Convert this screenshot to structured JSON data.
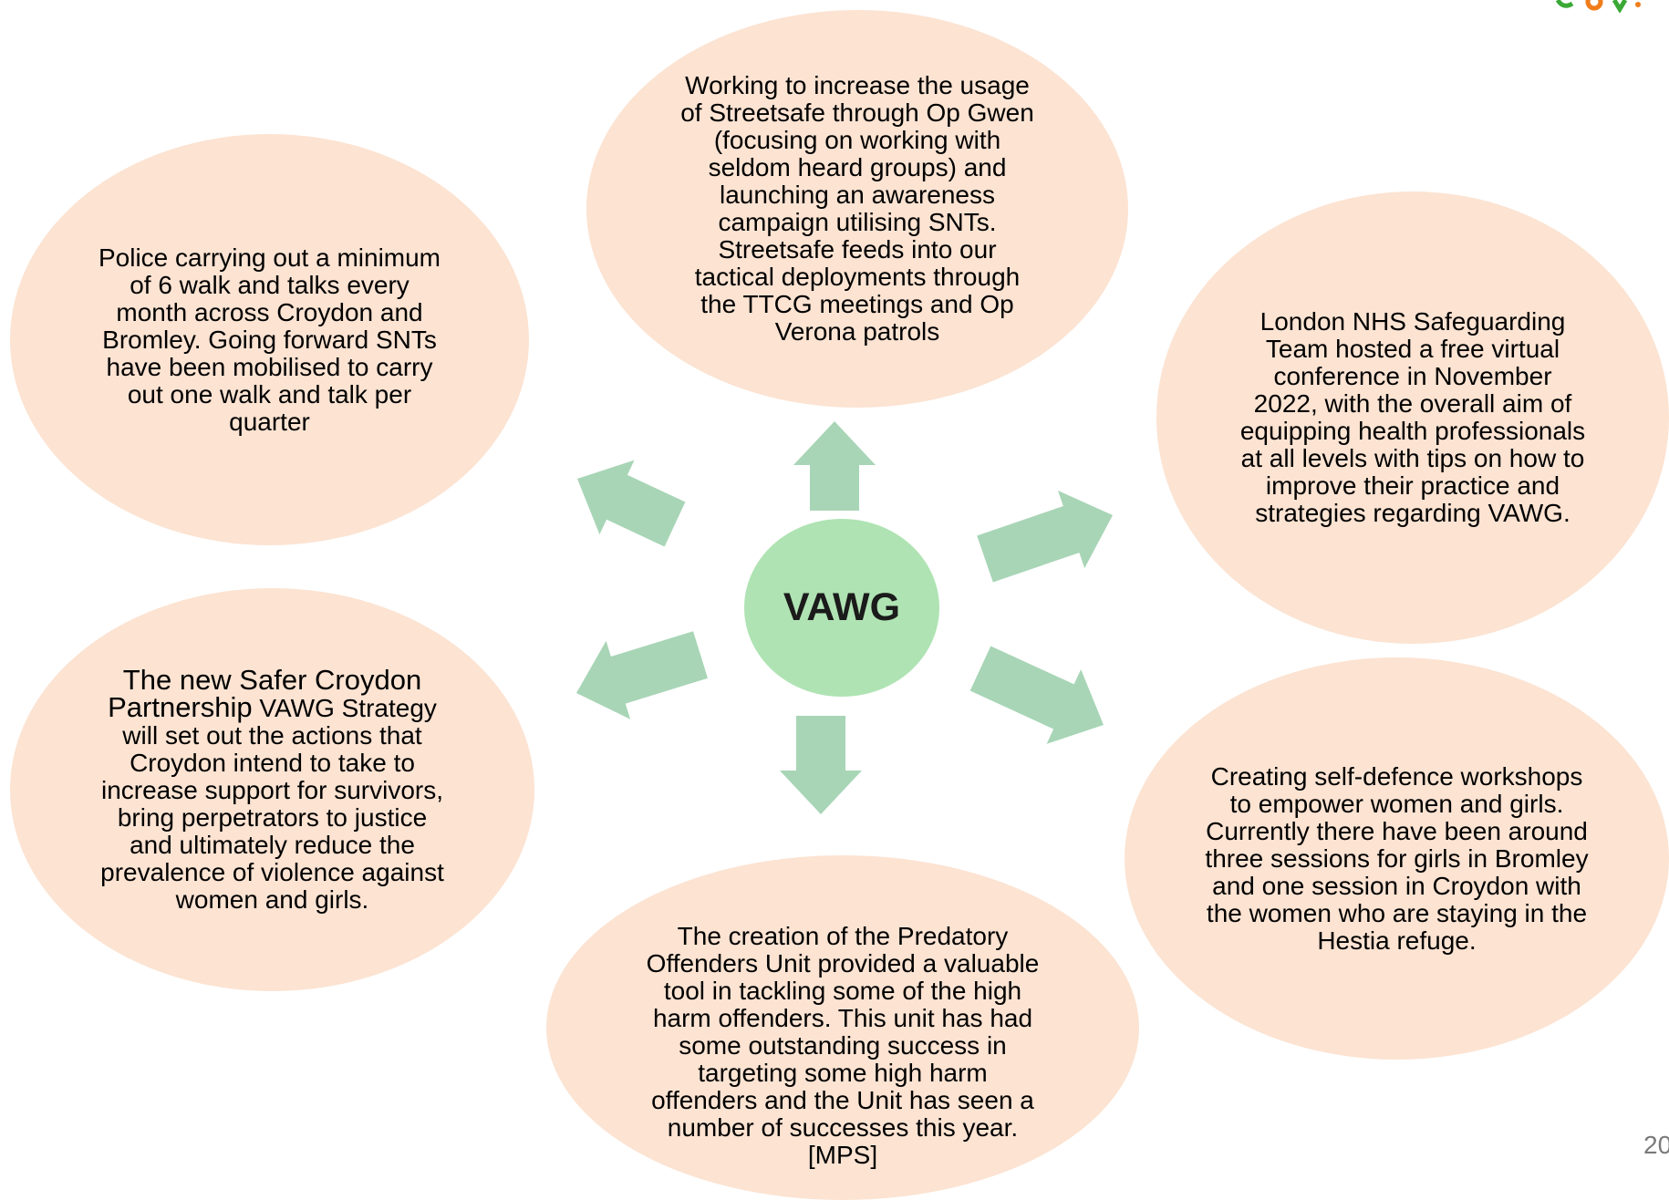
{
  "center_label": "VAWG",
  "page_number": "20",
  "colors": {
    "bubble_fill": "#fce3d2",
    "center_fill": "#afe3b3",
    "arrow_fill": "#a8d5b6",
    "logo_green": "#3aa935",
    "logo_orange": "#f07d1a"
  },
  "bubbles": {
    "top": [
      "Working to increase the usage",
      "of Streetsafe through Op Gwen",
      "(focusing on working with",
      "seldom heard groups) and",
      "launching an awareness",
      "campaign utilising SNTs.",
      "Streetsafe feeds into our",
      "tactical deployments through",
      "the TTCG meetings and Op",
      "Verona patrols"
    ],
    "upper_left": [
      "Police carrying out a minimum",
      "of 6 walk and talks every",
      "month across Croydon and",
      "Bromley. Going forward SNTs",
      "have been mobilised to carry",
      "out one walk and talk per",
      "quarter"
    ],
    "upper_right": [
      "London NHS Safeguarding",
      "Team hosted a free virtual",
      "conference in November",
      "2022, with the overall aim of",
      "equipping health professionals",
      "at all levels with tips on how to",
      "improve their practice and",
      "strategies regarding VAWG."
    ],
    "lower_left": {
      "lead_line_1": "The new Safer Croydon",
      "lead_line_2": "Partnership",
      "lead_line_2_rest": " VAWG Strategy",
      "lines": [
        "will set out the actions that",
        "Croydon intend to take to",
        "increase support for survivors,",
        "bring perpetrators to justice",
        "and ultimately reduce the",
        "prevalence of violence against",
        "women and girls."
      ]
    },
    "lower_right": [
      "Creating self-defence workshops",
      "to empower women and girls.",
      "Currently there have been around",
      "three sessions for girls in Bromley",
      "and one session in Croydon with",
      "the women who are staying in the",
      "Hestia refuge."
    ],
    "bottom": [
      "The creation of the Predatory",
      "Offenders Unit provided a valuable",
      "tool in tackling some of the high",
      "harm offenders.  This unit has had",
      "some outstanding success in",
      "targeting some high harm",
      "offenders and the Unit has seen a",
      "number of successes this year.",
      "[MPS]"
    ]
  }
}
